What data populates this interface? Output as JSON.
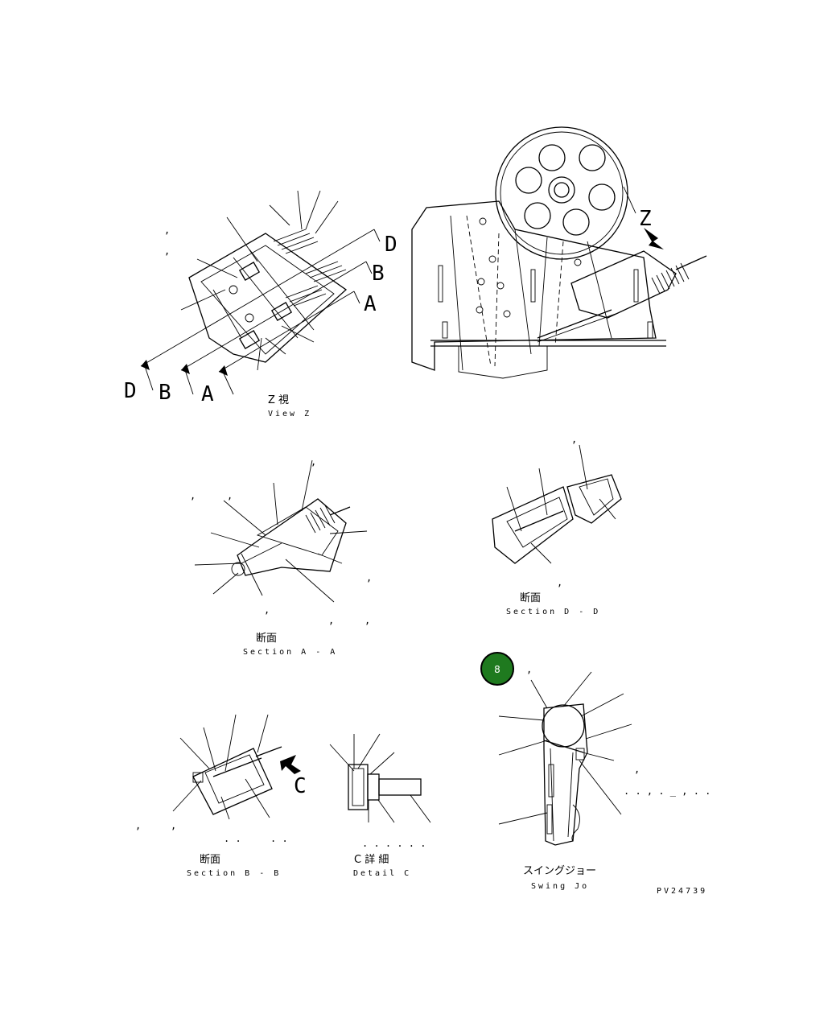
{
  "views": {
    "view_z": {
      "jp": "Z  視",
      "en": "View Z"
    },
    "section_aa": {
      "jp": "断面",
      "en": "Section A - A"
    },
    "section_dd": {
      "jp": "断面",
      "en": "Section D - D"
    },
    "section_bb": {
      "jp": "断面",
      "en": "Section B - B"
    },
    "detail_c": {
      "jp": "C  詳 細",
      "en": "Detail C"
    },
    "swing_jaw": {
      "jp": "スイングジョー",
      "en": "Swing Jo"
    }
  },
  "markers": {
    "d": "D",
    "b": "B",
    "a": "A",
    "z": "Z",
    "c": "C"
  },
  "badge": {
    "label": "8",
    "color": "#1f7a1f"
  },
  "drawing_code": "PV24739",
  "leader_text": {
    "sw_note": ". . , . _ , . ."
  }
}
